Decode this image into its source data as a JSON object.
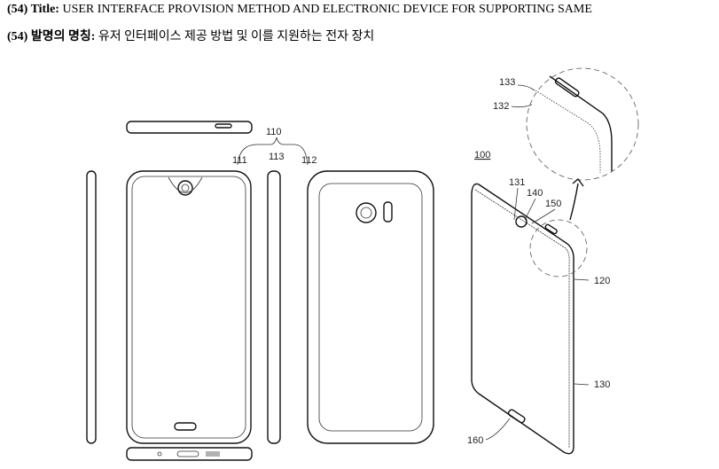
{
  "header": {
    "title_prefix": "(54) Title:",
    "title": "USER INTERFACE PROVISION METHOD AND ELECTRONIC DEVICE FOR SUPPORTING SAME",
    "ko_prefix": "(54) 발명의 명칭:",
    "ko_title": "유저 인터페이스 제공 방법 및 이를 지원하는 전자 장치"
  },
  "labels": {
    "l110": "110",
    "l111": "111",
    "l113": "113",
    "l112": "112",
    "l100": "100",
    "l131": "131",
    "l140": "140",
    "l150": "150",
    "l133": "133",
    "l132": "132",
    "l120": "120",
    "l130": "130",
    "l160": "160"
  }
}
